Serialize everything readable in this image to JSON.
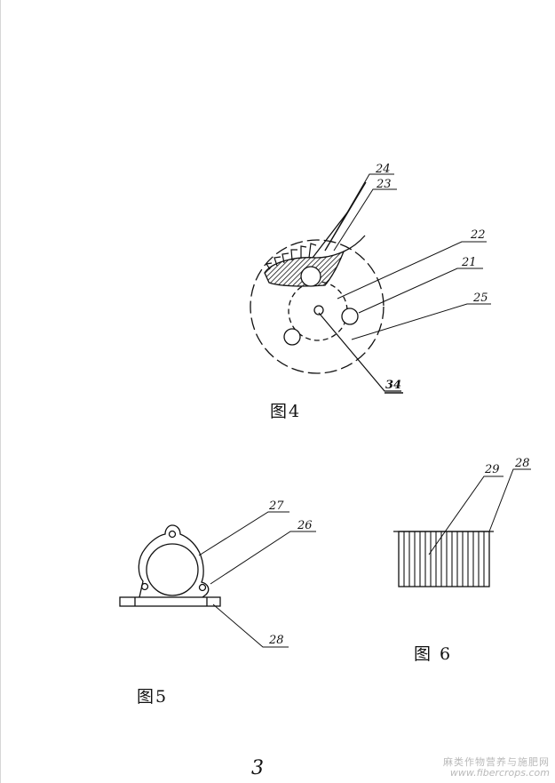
{
  "figures": {
    "fig4": {
      "caption": "图4",
      "labels": [
        "24",
        "23",
        "22",
        "21",
        "25",
        "34"
      ]
    },
    "fig5": {
      "caption": "图5",
      "labels": [
        "27",
        "26",
        "28"
      ]
    },
    "fig6": {
      "caption": "图 6",
      "labels": [
        "29",
        "28"
      ]
    }
  },
  "page_number": "3",
  "watermark": {
    "line1": "麻类作物营养与施肥网",
    "line2": "www.fibercrops.com"
  }
}
